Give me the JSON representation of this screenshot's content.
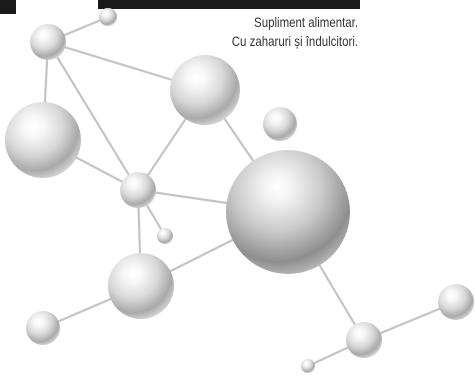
{
  "caption": {
    "line1": "Supliment alimentar.",
    "line2": "Cu zaharuri și îndulcitori."
  },
  "illustration": {
    "subject": "molecule-model",
    "atom_color": "#c8c8c8",
    "bond_color": "#c4c4c4",
    "band_color": "#1a1a1a"
  }
}
